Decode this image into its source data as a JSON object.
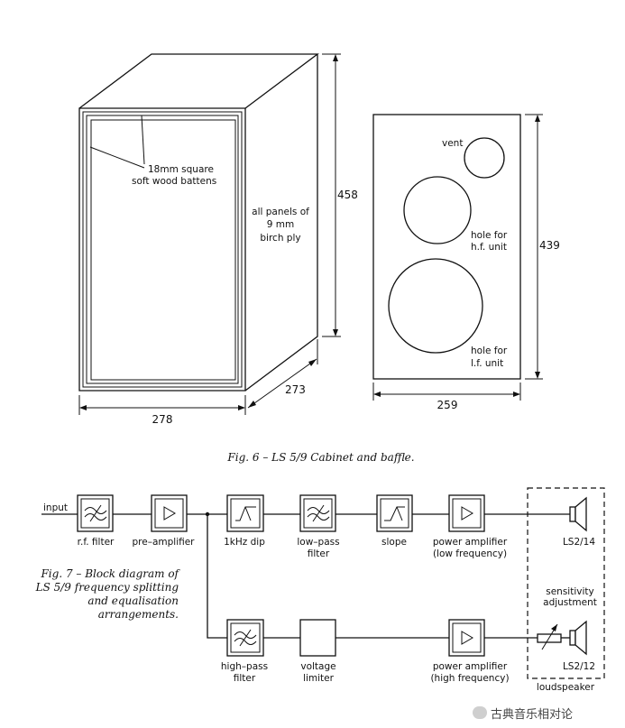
{
  "fig6": {
    "caption": "Fig. 6 – LS 5/9 Cabinet and baffle.",
    "cabinet": {
      "batten_label_1": "18mm square",
      "batten_label_2": "soft wood battens",
      "panel_label_1": "all panels of",
      "panel_label_2": "9 mm",
      "panel_label_3": "birch ply",
      "dim_height": "458",
      "dim_depth": "273",
      "dim_width": "278"
    },
    "baffle": {
      "vent_label": "vent",
      "hf_label_1": "hole for",
      "hf_label_2": "h.f. unit",
      "lf_label_1": "hole for",
      "lf_label_2": "l.f. unit",
      "dim_height": "439",
      "dim_width": "259"
    }
  },
  "fig7": {
    "caption_lines": [
      "Fig. 7 – Block diagram of",
      "LS 5/9 frequency splitting",
      "and equalisation",
      "arrangements."
    ],
    "input_label": "input",
    "blocks": {
      "rf_filter": "r.f. filter",
      "pre_amplifier": "pre–amplifier",
      "dip": "1kHz dip",
      "low_pass_1": "low–pass",
      "low_pass_2": "filter",
      "slope": "slope",
      "pa_low_1": "power amplifier",
      "pa_low_2": "(low frequency)",
      "high_pass_1": "high–pass",
      "high_pass_2": "filter",
      "voltage_1": "voltage",
      "voltage_2": "limiter",
      "pa_high_1": "power amplifier",
      "pa_high_2": "(high frequency)"
    },
    "sensitivity_1": "sensitivity",
    "sensitivity_2": "adjustment",
    "ls_low": "LS2/14",
    "ls_high": "LS2/12",
    "loudspeaker_label": "loudspeaker"
  },
  "watermark": "古典音乐相对论"
}
